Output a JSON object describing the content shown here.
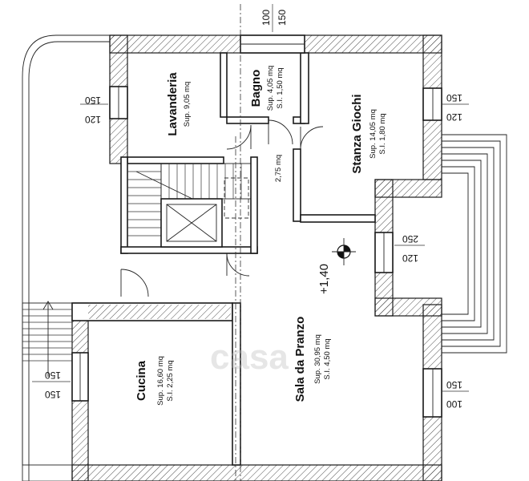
{
  "rooms": {
    "lavanderia": {
      "name": "Lavanderia",
      "area": "Sup. 9,05 mq"
    },
    "bagno": {
      "name": "Bagno",
      "area": "Sup. 4,05 mq",
      "si": "S.I. 1,50 mq"
    },
    "giochi": {
      "name": "Stanza Giochi",
      "area": "Sup. 14,05 mq",
      "si": "S.I. 1,80 mq"
    },
    "cucina": {
      "name": "Cucina",
      "area": "Sup. 16,60 mq",
      "si": "S.I. 2,25 mq"
    },
    "pranzo": {
      "name": "Sala da Pranzo",
      "area": "Sup. 30,95 mq",
      "si": "S.I. 4,50 mq"
    }
  },
  "corridor_area": "2,75 mq",
  "level_mark": "+1,40",
  "dimensions": {
    "top_a": "100",
    "top_b": "150",
    "left_top_a": "150",
    "left_top_b": "120",
    "right_top_a": "150",
    "right_top_b": "120",
    "right_mid_a": "250",
    "right_mid_b": "120",
    "left_bottom": "150",
    "right_bottom_a": "150",
    "right_bottom_b": "100"
  },
  "watermark": "casa"
}
